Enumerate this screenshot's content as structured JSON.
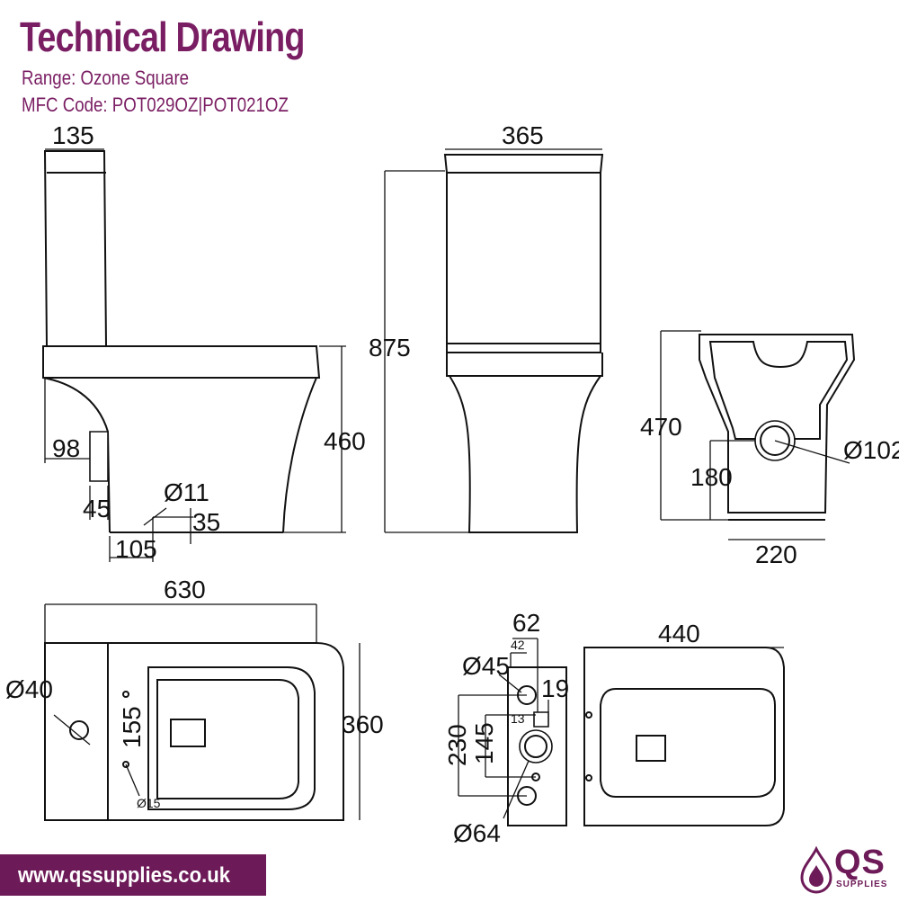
{
  "header": {
    "title": "Technical Drawing",
    "range": "Range: Ozone Square",
    "mfc_code": "MFC Code: POT029OZ|POT021OZ"
  },
  "dimensions": {
    "side_top_width": "135",
    "side_height": "460",
    "side_98": "98",
    "side_45": "45",
    "side_d11": "Ø11",
    "side_35": "35",
    "side_105": "105",
    "front_width": "365",
    "front_height": "875",
    "back_height": "470",
    "back_d102": "Ø102",
    "back_180": "180",
    "back_220": "220",
    "top_length": "630",
    "top_d40": "Ø40",
    "top_155": "155",
    "top_360": "360",
    "top_d15": "Ø15",
    "plan_62": "62",
    "plan_42": "42",
    "plan_440": "440",
    "plan_d45": "Ø45",
    "plan_19": "19",
    "plan_13": "13",
    "plan_230": "230",
    "plan_145": "145",
    "plan_d64": "Ø64"
  },
  "footer": {
    "url": "www.qssupplies.co.uk",
    "logo_text": "QS",
    "logo_sub": "SUPPLIES"
  },
  "colors": {
    "brand": "#6d1a58",
    "title": "#7a1e63",
    "line": "#111111"
  }
}
